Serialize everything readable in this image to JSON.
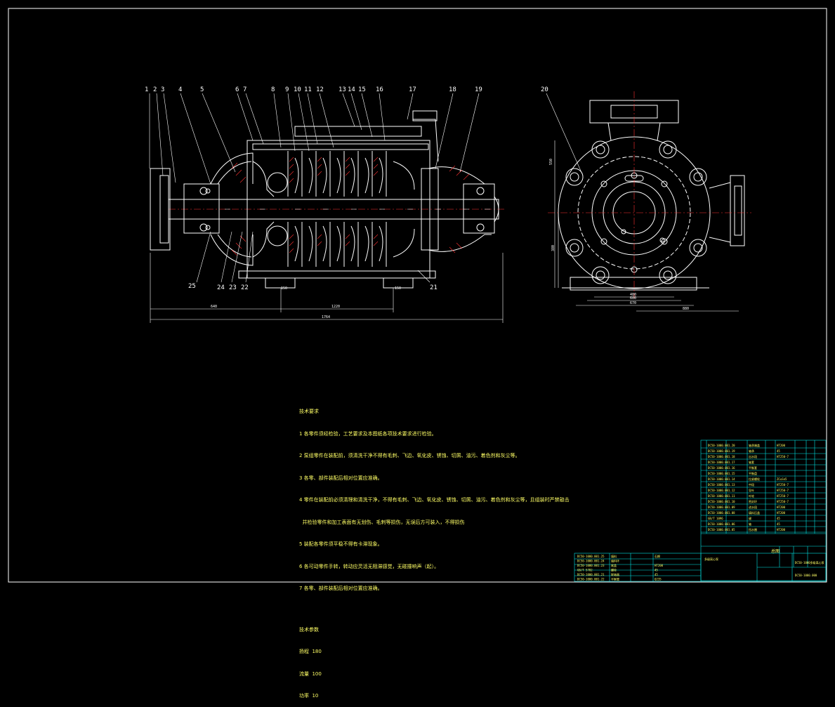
{
  "balloons": [
    "1",
    "2",
    "3",
    "4",
    "5",
    "6",
    "7",
    "8",
    "9",
    "10",
    "11",
    "12",
    "13",
    "14",
    "15",
    "16",
    "17",
    "18",
    "19",
    "20",
    "21",
    "22",
    "23",
    "24",
    "25"
  ],
  "dimensions": {
    "overall_length": "1764",
    "length_1220": "1220",
    "length_640": "640",
    "foot_150_a": "150",
    "foot_150_b": "150",
    "side_width_a": "480",
    "side_width_b": "600",
    "side_width_c": "670",
    "side_offset": "880",
    "height_a": "550",
    "height_b": "380"
  },
  "notes": {
    "heading_1": "技术要求",
    "items_1": [
      "1 各零件须经检验，工艺要求及本图纸各项技术要求进行检验。",
      "2 泵组零件在装配前，须清洗干净不得有毛刺、飞边、氧化皮、锈蚀、切屑、油污、着色剂和灰尘等。",
      "3 各零、部件装配后相对位置应准确。",
      "4 零件在装配前必须清理和清洗干净，不得有毛刺、飞边、氧化皮、锈蚀、切屑、油污、着色剂和灰尘等，且组装时严禁敲击",
      "  并检验零件和加工表面有无划伤、毛刺等损伤，无误后方可装入，不得损伤",
      "5 装配各零件须平稳不得有卡滞现象。",
      "6 各可动零件手转，转动应灵活无阻滞感觉，无碰撞响声（起）。",
      "7 各零、部件装配后相对位置应准确。"
    ],
    "heading_2": "技术参数",
    "params": [
      "扬程  180",
      "流量  100",
      "功率  10"
    ]
  },
  "parts_list": {
    "rows": [
      {
        "code": "DC50-1000.001.20",
        "name": "轴承端盖",
        "qty": "",
        "mat": "HT200"
      },
      {
        "code": "DC50-1000.001.19",
        "name": "轴承",
        "qty": "",
        "mat": "45"
      },
      {
        "code": "DC50-1000.001.18",
        "name": "出水段",
        "qty": "",
        "mat": "HT250-7"
      },
      {
        "code": "DC50-1000.001.17",
        "name": "轴套",
        "qty": "",
        "mat": ""
      },
      {
        "code": "DC50-1000.001.16",
        "name": "平衡套",
        "qty": "",
        "mat": ""
      },
      {
        "code": "DC50-1000.001.15",
        "name": "平衡盘",
        "qty": "",
        "mat": ""
      },
      {
        "code": "DC50-1000.001.14",
        "name": "拉紧螺栓",
        "qty": "",
        "mat": "ZCuSn5"
      },
      {
        "code": "DC50-1000.001.13",
        "name": "中段",
        "qty": "",
        "mat": "HT250-7"
      },
      {
        "code": "DC50-1000.001.12",
        "name": "导叶",
        "qty": "",
        "mat": "HT250-7"
      },
      {
        "code": "DC50-1000.001.11",
        "name": "叶轮",
        "qty": "",
        "mat": "HT250-7"
      },
      {
        "code": "DC50-1000.001.10",
        "name": "密封环",
        "qty": "",
        "mat": "HT250-7"
      },
      {
        "code": "DC50-1000.001.09",
        "name": "进水段",
        "qty": "",
        "mat": "HT200"
      },
      {
        "code": "DC50-1000.001.08",
        "name": "填料压盖",
        "qty": "",
        "mat": "HT200"
      },
      {
        "code": "GB/T 1096",
        "name": "键",
        "qty": "",
        "mat": "45"
      },
      {
        "code": "DC50-1000.001.06",
        "name": "轴",
        "qty": "",
        "mat": "45"
      },
      {
        "code": "DC50-1000.001.05",
        "name": "挡水圈",
        "qty": "",
        "mat": "HT200"
      }
    ],
    "bottom_rows": [
      {
        "code": "DC50-1000.001.25",
        "name": "填料",
        "mat": "石棉"
      },
      {
        "code": "DC50-1000.001.24",
        "name": "填料环",
        "mat": ""
      },
      {
        "code": "DC50-1000.001.23",
        "name": "尾盖",
        "mat": "HT200"
      },
      {
        "code": "GB/T 5782",
        "name": "螺栓",
        "mat": "45"
      },
      {
        "code": "DC50-1000.001.21",
        "name": "联轴器",
        "mat": "45"
      },
      {
        "code": "DC50-1000.001.22",
        "name": "平衡管",
        "mat": "Q235"
      }
    ],
    "title_label": "总图",
    "drawing_name": "DC50-1000多级离心泵",
    "drawing_code": "DC50-1000.000",
    "project_label": "多级离心泵"
  },
  "colors": {
    "outline": "#ffffff",
    "hatch": "#ff3030",
    "table": "#00e5e5",
    "notes": "#ffff66",
    "centerline": "#ff3030"
  }
}
